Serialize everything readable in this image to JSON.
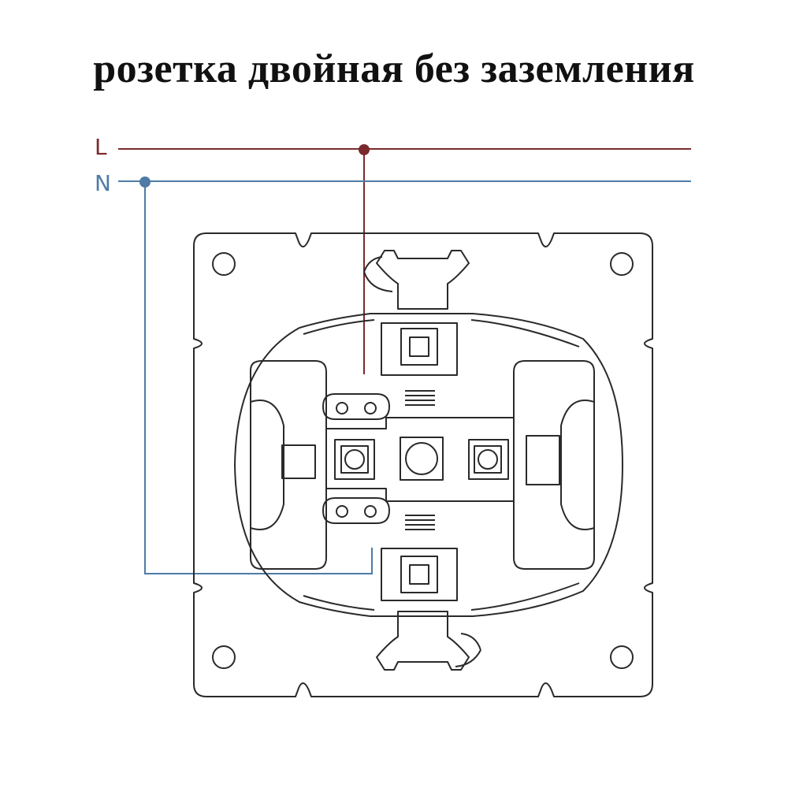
{
  "title": "розетка двойная без заземления",
  "wires": {
    "live": {
      "label": "L",
      "color": "#7a2a2c"
    },
    "neutral": {
      "label": "N",
      "color": "#4f7ba6"
    }
  },
  "device": {
    "outline_color": "#2a2a2a"
  }
}
